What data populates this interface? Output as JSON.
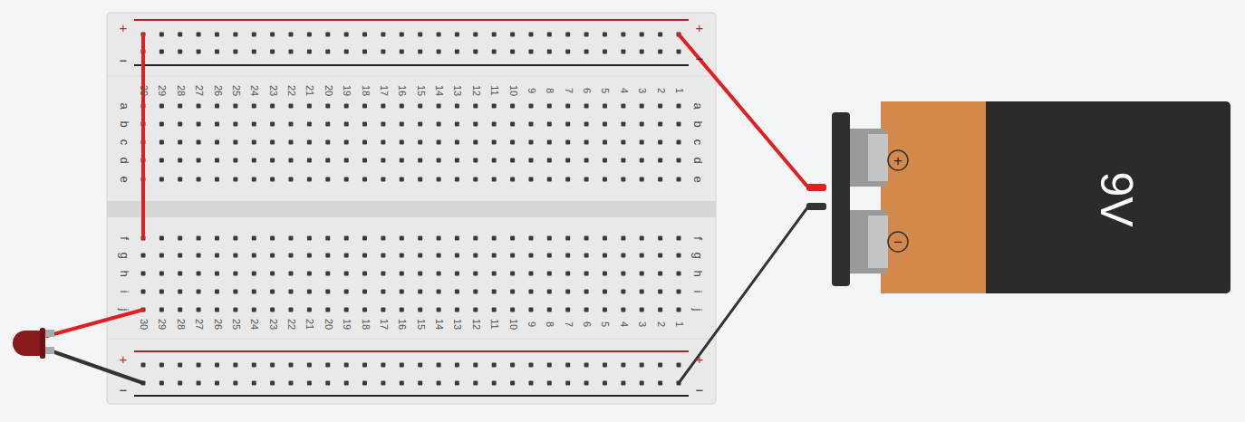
{
  "diagram": {
    "labels": [
      "+",
      "−",
      "+",
      "−",
      "+",
      "−",
      "+",
      "−",
      "30",
      "29",
      "28",
      "27",
      "26",
      "25",
      "24",
      "23",
      "22",
      "21",
      "20",
      "19",
      "18",
      "17",
      "16",
      "15",
      "14",
      "13",
      "12",
      "11",
      "10",
      "9",
      "8",
      "7",
      "6",
      "5",
      "4",
      "3",
      "2",
      "1",
      "30",
      "29",
      "28",
      "27",
      "26",
      "25",
      "24",
      "23",
      "22",
      "21",
      "20",
      "19",
      "18",
      "17",
      "16",
      "15",
      "14",
      "13",
      "12",
      "11",
      "10",
      "9",
      "8",
      "7",
      "6",
      "5",
      "4",
      "3",
      "2",
      "1",
      "a",
      "b",
      "c",
      "d",
      "e",
      "a",
      "b",
      "c",
      "d",
      "e",
      "f",
      "g",
      "h",
      "i",
      "j",
      "f",
      "g",
      "h",
      "i",
      "j",
      "+",
      "−",
      "9V"
    ]
  }
}
